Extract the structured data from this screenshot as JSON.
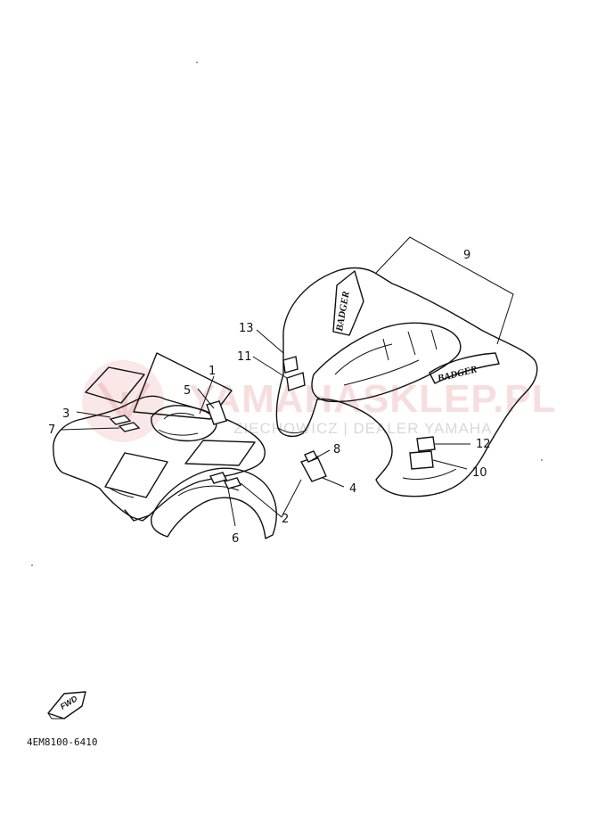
{
  "watermark": {
    "main": "YAMAHASKLEP.PL",
    "sub": "ZIECHOWICZ | DEALER YAMAHA"
  },
  "decal_text": {
    "rear_side": "BADGER",
    "rear_top": "BADGER"
  },
  "fwd_label": "FWD",
  "part_code": "4EM8100-6410",
  "callouts": {
    "c1": "1",
    "c2": "2",
    "c3": "3",
    "c4": "4",
    "c5": "5",
    "c6": "6",
    "c7": "7",
    "c8": "8",
    "c9": "9",
    "c10": "10",
    "c11": "11",
    "c12": "12",
    "c13": "13"
  }
}
